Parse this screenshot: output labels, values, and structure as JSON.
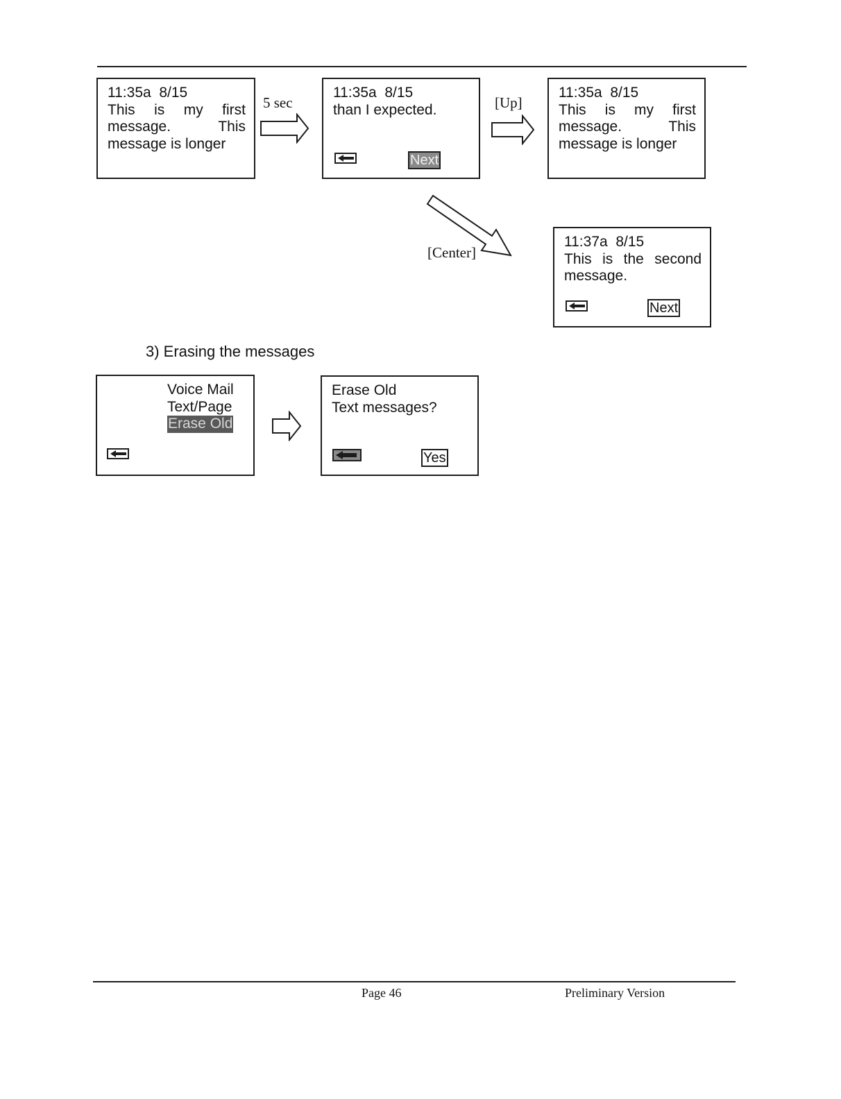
{
  "screens": {
    "s1": {
      "time": "11:35a",
      "date": "8/15",
      "lines": [
        [
          "This",
          "is",
          "my",
          "first"
        ],
        [
          "message.",
          "This"
        ],
        [
          "message is longer"
        ]
      ]
    },
    "s2": {
      "time": "11:35a",
      "date": "8/15",
      "line1": "than I expected.",
      "next_label": "Next"
    },
    "s3": {
      "time": "11:35a",
      "date": "8/15",
      "lines": [
        [
          "This",
          "is",
          "my",
          "first"
        ],
        [
          "message.",
          "This"
        ],
        [
          "message is longer"
        ]
      ]
    },
    "s4": {
      "time": "11:37a",
      "date": "8/15",
      "lines": [
        [
          "This",
          "is",
          "the",
          "second"
        ],
        [
          "message."
        ]
      ],
      "next_label": "Next"
    },
    "s5": {
      "menu": [
        "Voice Mail",
        "Text/Page",
        "Erase Old"
      ],
      "selected_index": 2
    },
    "s6": {
      "line1": "Erase Old",
      "line2": "Text messages?",
      "yes_label": "Yes"
    }
  },
  "transitions": {
    "t1": "5 sec",
    "t2": "[Up]",
    "t3": "[Center]"
  },
  "section_heading": "3) Erasing the messages",
  "footer": {
    "page": "Page 46",
    "version": "Preliminary Version"
  }
}
